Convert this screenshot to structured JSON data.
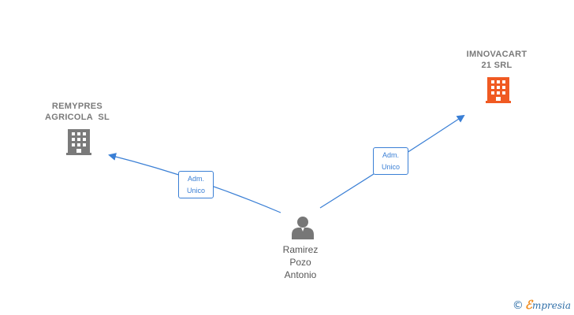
{
  "colors": {
    "company_gray": "#7a7a7a",
    "company_highlight": "#f05a22",
    "edge": "#3a7fd5",
    "person": "#777777"
  },
  "nodes": {
    "remypres": {
      "line1": "REMYPRES",
      "line2": "AGRICOLA  SL",
      "icon": "building-icon"
    },
    "imnovacart": {
      "line1": "IMNOVACART",
      "line2": "21 SRL",
      "icon": "building-icon"
    },
    "person": {
      "line1": "Ramirez",
      "line2": "Pozo",
      "line3": "Antonio",
      "icon": "person-icon"
    }
  },
  "edges": [
    {
      "from": "person",
      "to": "remypres",
      "line1": "Adm.",
      "line2": "Unico"
    },
    {
      "from": "person",
      "to": "imnovacart",
      "line1": "Adm.",
      "line2": "Unico"
    }
  ],
  "brand": {
    "copyright": "©",
    "e": "ℰ",
    "text": "mpresia"
  }
}
